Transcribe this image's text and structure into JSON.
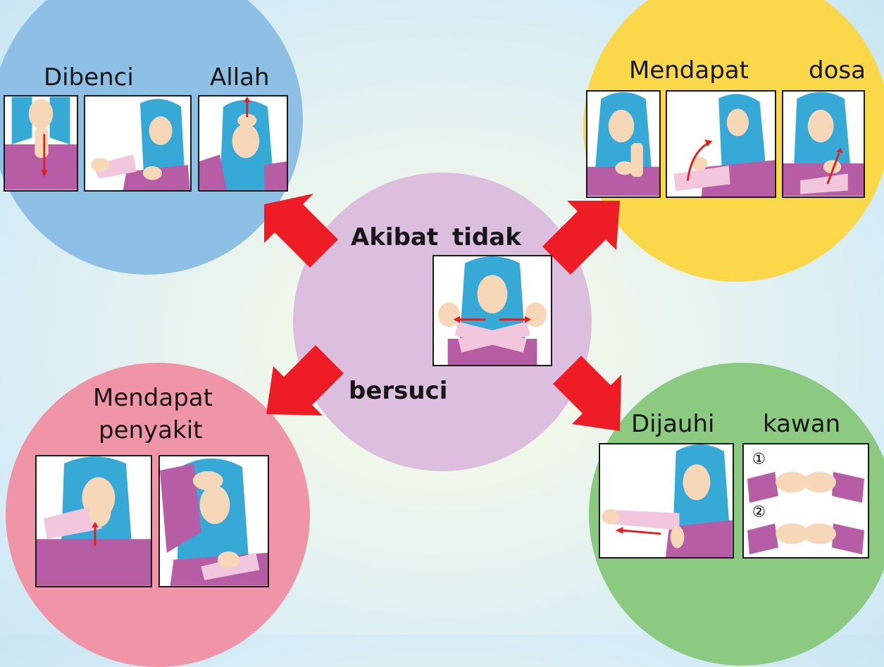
{
  "center": {
    "word1": "Akibat",
    "word2": "tidak",
    "word3": "bersuci",
    "sign_tidak_icon": "sign-tidak-crossed-hands-icon"
  },
  "consequences": {
    "top_left": {
      "word1": "Dibenci",
      "word2": "Allah"
    },
    "top_right": {
      "word1": "Mendapat",
      "word2": "dosa"
    },
    "bottom_left": {
      "line1": "Mendapat",
      "line2": "penyakit"
    },
    "bottom_right": {
      "word1": "Dijauhi",
      "word2": "kawan",
      "step1": "①",
      "step2": "②"
    }
  },
  "colors": {
    "blue": "#8ec0e6",
    "yellow": "#fad84a",
    "pink": "#f095a8",
    "green": "#8dca81",
    "center": "#dcbfdf",
    "arrow": "#ee1c25"
  }
}
